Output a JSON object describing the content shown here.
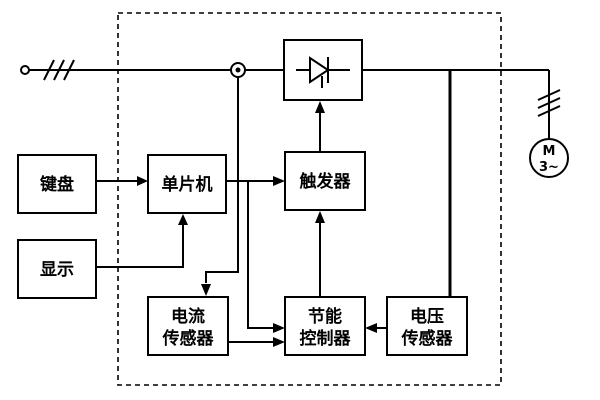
{
  "blocks": {
    "keyboard": "键盘",
    "display": "显示",
    "mcu": "单片机",
    "trigger": "触发器",
    "current_sensor_line1": "电流",
    "current_sensor_line2": "传感器",
    "saver_line1": "节能",
    "saver_line2": "控制器",
    "voltage_sensor_line1": "电压",
    "voltage_sensor_line2": "传感器"
  },
  "motor": {
    "letter": "M",
    "phase": "3~"
  },
  "icons": {
    "thyristor": "thyristor-icon",
    "motor": "motor-icon",
    "three-phase-marks": "three-phase-line-icon"
  }
}
